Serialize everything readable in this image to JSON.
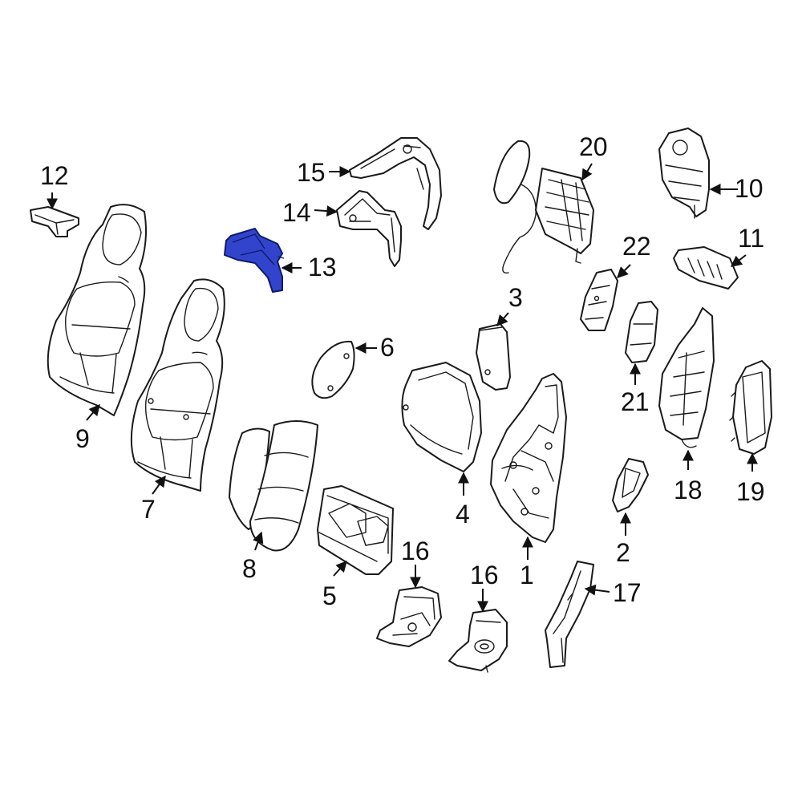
{
  "colors": {
    "line": "#1a1a1a",
    "background": "#ffffff",
    "highlight": "#3344cc"
  },
  "callouts": [
    {
      "id": "c1",
      "label": "1"
    },
    {
      "id": "c2",
      "label": "2"
    },
    {
      "id": "c3",
      "label": "3"
    },
    {
      "id": "c4",
      "label": "4"
    },
    {
      "id": "c5",
      "label": "5"
    },
    {
      "id": "c6",
      "label": "6"
    },
    {
      "id": "c7",
      "label": "7"
    },
    {
      "id": "c8",
      "label": "8"
    },
    {
      "id": "c9",
      "label": "9"
    },
    {
      "id": "c10",
      "label": "10"
    },
    {
      "id": "c11",
      "label": "11"
    },
    {
      "id": "c12",
      "label": "12"
    },
    {
      "id": "c13",
      "label": "13",
      "highlighted": true
    },
    {
      "id": "c14",
      "label": "14"
    },
    {
      "id": "c15",
      "label": "15"
    },
    {
      "id": "c16a",
      "label": "16"
    },
    {
      "id": "c16b",
      "label": "16"
    },
    {
      "id": "c17",
      "label": "17"
    },
    {
      "id": "c18",
      "label": "18"
    },
    {
      "id": "c19",
      "label": "19"
    },
    {
      "id": "c20",
      "label": "20"
    },
    {
      "id": "c21",
      "label": "21"
    },
    {
      "id": "c22",
      "label": "22"
    }
  ]
}
